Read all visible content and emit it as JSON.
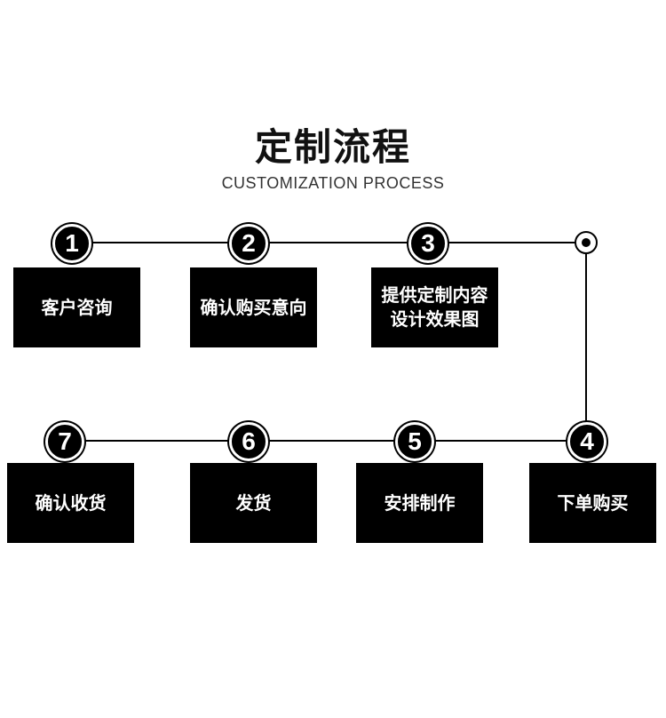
{
  "header": {
    "title": "定制流程",
    "subtitle": "CUSTOMIZATION PROCESS"
  },
  "steps": [
    {
      "number": "1",
      "lines": [
        "客户咨询"
      ]
    },
    {
      "number": "2",
      "lines": [
        "确认购买意向"
      ]
    },
    {
      "number": "3",
      "lines": [
        "提供定制内容",
        "设计效果图"
      ]
    },
    {
      "number": "4",
      "lines": [
        "下单购买"
      ]
    },
    {
      "number": "5",
      "lines": [
        "安排制作"
      ]
    },
    {
      "number": "6",
      "lines": [
        "发货"
      ]
    },
    {
      "number": "7",
      "lines": [
        "确认收货"
      ]
    }
  ],
  "colors": {
    "box": "#000000",
    "text": "#ffffff",
    "line": "#000000"
  }
}
